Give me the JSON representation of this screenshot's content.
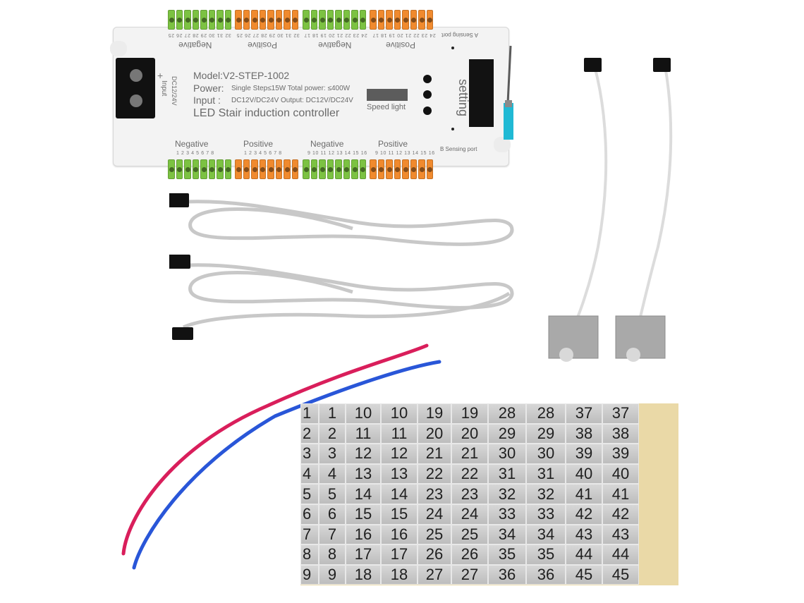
{
  "module": {
    "model": "Model:V2-STEP-1002",
    "power": "Power:",
    "power_detail": "Single Step≤15W Total power: ≤400W",
    "input": "Input :",
    "input_detail": "DC12V/DC24V Output: DC12V/DC24V",
    "title": "LED Stair induction controller",
    "speed": "Speed light",
    "setting": "setting",
    "input_power": "Input",
    "voltage": "DC12/24V",
    "a_port": "A Sensing port",
    "b_port": "B Sensing port",
    "top_labels": [
      "Negative",
      "Positive",
      "Negative",
      "Positive"
    ],
    "bottom_labels": [
      "Negative",
      "Positive",
      "Negative",
      "Positive"
    ],
    "top_numbers": [
      "32 31 30 29 28 27 26 25",
      "32 31 30 29 28 27 26 25",
      "24 23 22 21 20 19 18 17",
      "24 23 22 21 20 19 18 17"
    ],
    "bottom_numbers": [
      "1 2 3 4 5 6 7 8",
      "1 2 3 4 5 6 7 8",
      "9 10 11 12 13 14 15 16",
      "9 10 11 12 13 14 15 16"
    ]
  },
  "labels": {
    "rows": [
      [
        "1",
        "1",
        "10",
        "10",
        "19",
        "19",
        "28",
        "28",
        "37",
        "37"
      ],
      [
        "2",
        "2",
        "11",
        "11",
        "20",
        "20",
        "29",
        "29",
        "38",
        "38"
      ],
      [
        "3",
        "3",
        "12",
        "12",
        "21",
        "21",
        "30",
        "30",
        "39",
        "39"
      ],
      [
        "4",
        "4",
        "13",
        "13",
        "22",
        "22",
        "31",
        "31",
        "40",
        "40"
      ],
      [
        "5",
        "5",
        "14",
        "14",
        "23",
        "23",
        "32",
        "32",
        "41",
        "41"
      ],
      [
        "6",
        "6",
        "15",
        "15",
        "24",
        "24",
        "33",
        "33",
        "42",
        "42"
      ],
      [
        "7",
        "7",
        "16",
        "16",
        "25",
        "25",
        "34",
        "34",
        "43",
        "43"
      ],
      [
        "8",
        "8",
        "17",
        "17",
        "26",
        "26",
        "35",
        "35",
        "44",
        "44"
      ],
      [
        "9",
        "9",
        "18",
        "18",
        "27",
        "27",
        "36",
        "36",
        "45",
        "45"
      ]
    ]
  },
  "colors": {
    "red_wire": "#d91e5b",
    "blue_wire": "#2956d8",
    "silver": "#c8c8c8",
    "terminal_green": "#7cc242",
    "terminal_orange": "#f08a2e"
  }
}
